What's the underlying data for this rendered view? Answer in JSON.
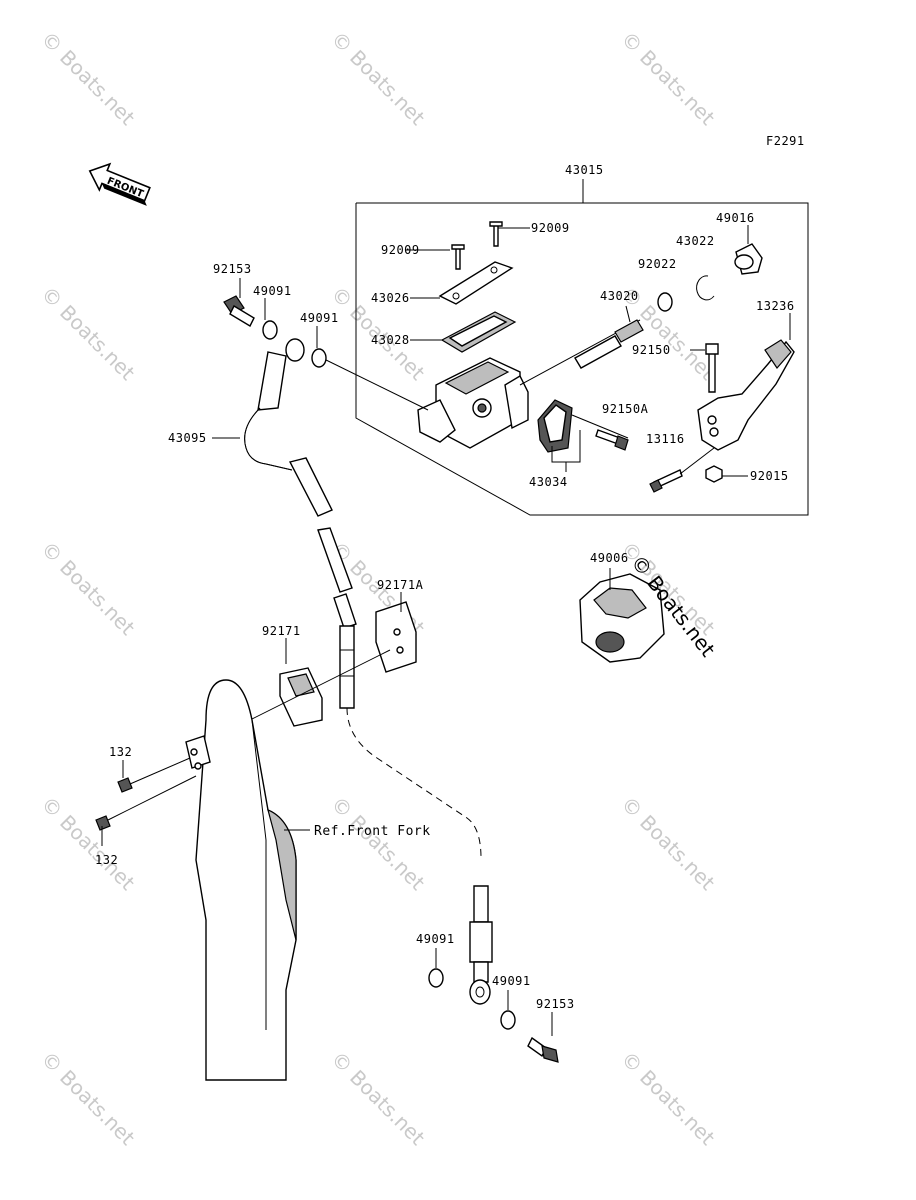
{
  "figure_code": "F2291",
  "direction_arrow": {
    "text": "FRONT",
    "icon": "front-arrow-icon"
  },
  "assembly_label": "43015",
  "reference_label": "Ref.Front Fork",
  "watermark_text": "© Boats.net",
  "overlay_watermark": "© Boats.net",
  "part_labels": {
    "p92009a": "92009",
    "p92009b": "92009",
    "p43026": "43026",
    "p43028": "43028",
    "p43020": "43020",
    "p43022": "43022",
    "p92022": "92022",
    "p49016": "49016",
    "p13236": "13236",
    "p92150": "92150",
    "p92150A": "92150A",
    "p13116": "13116",
    "p92015": "92015",
    "p43034": "43034",
    "p92153_top": "92153",
    "p49091_top1": "49091",
    "p49091_top2": "49091",
    "p43095": "43095",
    "p49006": "49006",
    "p92171A": "92171A",
    "p92171": "92171",
    "p132_top": "132",
    "p132_bottom": "132",
    "p49091_bot1": "49091",
    "p49091_bot2": "49091",
    "p92153_bot": "92153"
  }
}
